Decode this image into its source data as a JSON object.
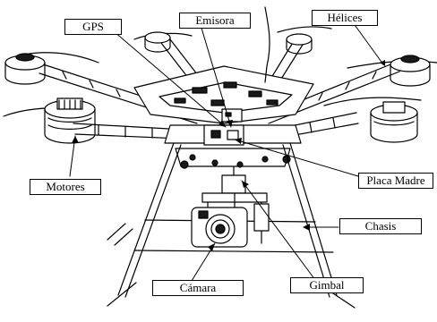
{
  "labels": {
    "gps": "GPS",
    "emisora": "Emisora",
    "helices": "Hélices",
    "placa_madre": "Placa Madre",
    "motores": "Motores",
    "chasis": "Chasis",
    "camara": "Cámara",
    "gimbal": "Gimbal"
  },
  "colors": {
    "line": "#000000",
    "fill_dark": "#1a1a1a",
    "fill_light": "#ffffff"
  }
}
